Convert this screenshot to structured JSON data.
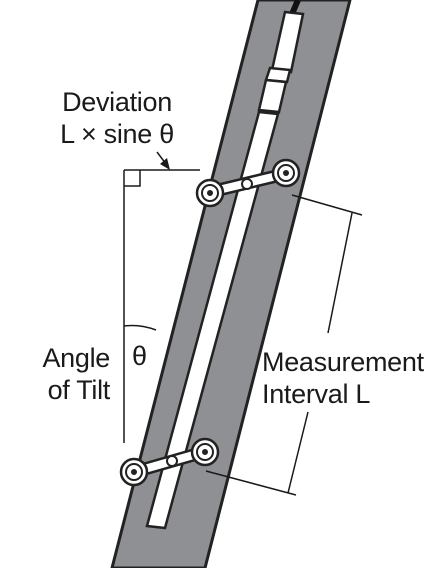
{
  "labels": {
    "deviation_line1": "Deviation",
    "deviation_line2": "L × sine θ",
    "angle_line1": "Angle",
    "angle_line2": "of Tilt",
    "theta": "θ",
    "measurement_line1": "Measurement",
    "measurement_line2": "Interval L"
  },
  "colors": {
    "casing_fill": "#8f9093",
    "casing_edge": "#222222",
    "probe_fill": "#ffffff",
    "line": "#1a1a1a",
    "text": "#1a1a1a"
  }
}
